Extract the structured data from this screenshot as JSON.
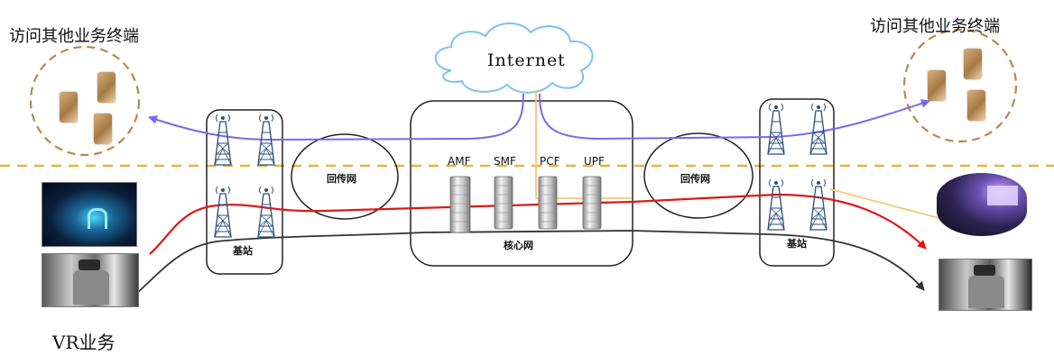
{
  "labels": {
    "access_other_left": "访问其他业务终端",
    "access_other_right": "访问其他业务终端",
    "internet": "Internet",
    "backhaul_left": "回传网",
    "backhaul_right": "回传网",
    "core_network": "核心网",
    "nf_amf": "AMF",
    "nf_smf": "SMF",
    "nf_pcf": "PCF",
    "nf_upf": "UPF",
    "base_station_left": "基站",
    "base_station_right": "基站",
    "vr_service": "VR业务"
  },
  "colors": {
    "purple_line": "#7b68ee",
    "red_line": "#e01818",
    "black_line": "#333333",
    "yellow_line": "#f5c77a",
    "dashed_divider": "#e6b53a",
    "cloud_stroke": "#7ec3e8",
    "circle_dashed": "#b5894a"
  }
}
